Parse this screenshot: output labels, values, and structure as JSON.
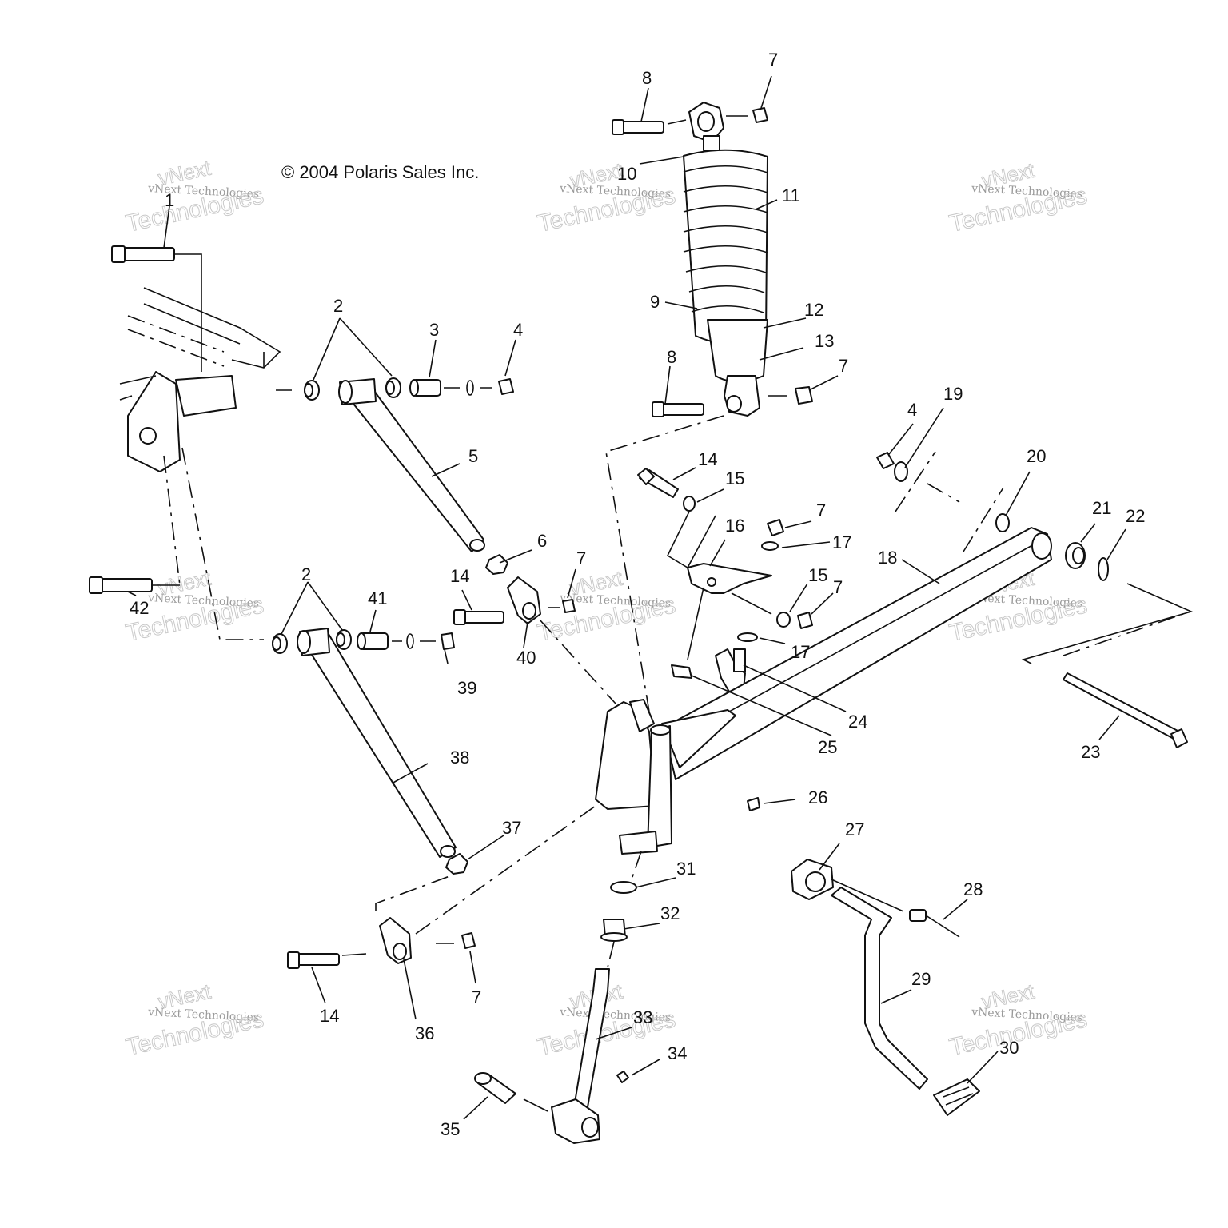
{
  "copyright": "© 2004 Polaris Sales Inc.",
  "watermark": {
    "line1": "vNext",
    "line2": "vNext Technologies",
    "line3": "Technologies"
  },
  "callouts": {
    "c1": "1",
    "c2a": "2",
    "c2b": "2",
    "c3": "3",
    "c4a": "4",
    "c4b": "4",
    "c5": "5",
    "c6": "6",
    "c7a": "7",
    "c7b": "7",
    "c7c": "7",
    "c7d": "7",
    "c7e": "7",
    "c7f": "7",
    "c8a": "8",
    "c8b": "8",
    "c9": "9",
    "c10": "10",
    "c11": "11",
    "c12": "12",
    "c13": "13",
    "c14a": "14",
    "c14b": "14",
    "c14c": "14",
    "c15a": "15",
    "c15b": "15",
    "c16": "16",
    "c17a": "17",
    "c17b": "17",
    "c18": "18",
    "c19": "19",
    "c20": "20",
    "c21": "21",
    "c22": "22",
    "c23": "23",
    "c24": "24",
    "c25": "25",
    "c26": "26",
    "c27": "27",
    "c28": "28",
    "c29": "29",
    "c30": "30",
    "c31": "31",
    "c32": "32",
    "c33": "33",
    "c34": "34",
    "c35": "35",
    "c36": "36",
    "c37": "37",
    "c38": "38",
    "c39": "39",
    "c40": "40",
    "c41": "41",
    "c42": "42"
  }
}
